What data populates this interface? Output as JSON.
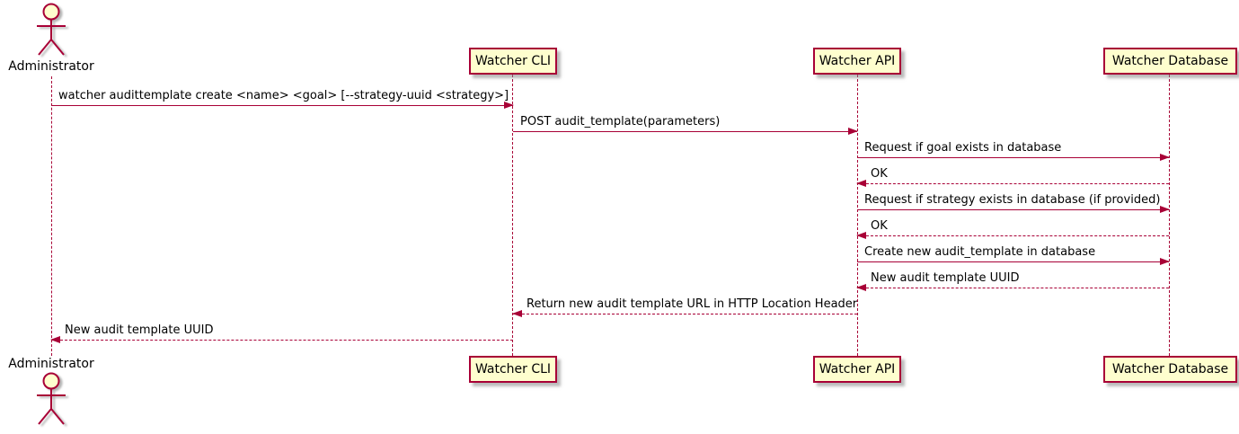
{
  "diagram": {
    "type": "uml-sequence-diagram",
    "colors": {
      "line": "#A80036",
      "participant_fill": "#FEFECE",
      "text": "#000000",
      "background": "#FFFFFF"
    },
    "actor": {
      "name": "Administrator"
    },
    "participants": [
      {
        "label": "Watcher CLI"
      },
      {
        "label": "Watcher API"
      },
      {
        "label": "Watcher Database"
      }
    ],
    "messages": [
      {
        "text": "watcher audittemplate create <name> <goal> [--strategy-uuid <strategy>]",
        "from": "Administrator",
        "to": "Watcher CLI",
        "line": "solid"
      },
      {
        "text": "POST audit_template(parameters)",
        "from": "Watcher CLI",
        "to": "Watcher API",
        "line": "solid"
      },
      {
        "text": "Request if goal exists in database",
        "from": "Watcher API",
        "to": "Watcher Database",
        "line": "solid"
      },
      {
        "text": "OK",
        "from": "Watcher Database",
        "to": "Watcher API",
        "line": "dashed"
      },
      {
        "text": "Request if strategy exists in database (if provided)",
        "from": "Watcher API",
        "to": "Watcher Database",
        "line": "solid"
      },
      {
        "text": "OK",
        "from": "Watcher Database",
        "to": "Watcher API",
        "line": "dashed"
      },
      {
        "text": "Create new audit_template in database",
        "from": "Watcher API",
        "to": "Watcher Database",
        "line": "solid"
      },
      {
        "text": "New audit template UUID",
        "from": "Watcher Database",
        "to": "Watcher API",
        "line": "dashed"
      },
      {
        "text": "Return new audit template URL in HTTP Location Header",
        "from": "Watcher API",
        "to": "Watcher CLI",
        "line": "dashed"
      },
      {
        "text": "New audit template UUID",
        "from": "Watcher CLI",
        "to": "Administrator",
        "line": "dashed"
      }
    ]
  }
}
